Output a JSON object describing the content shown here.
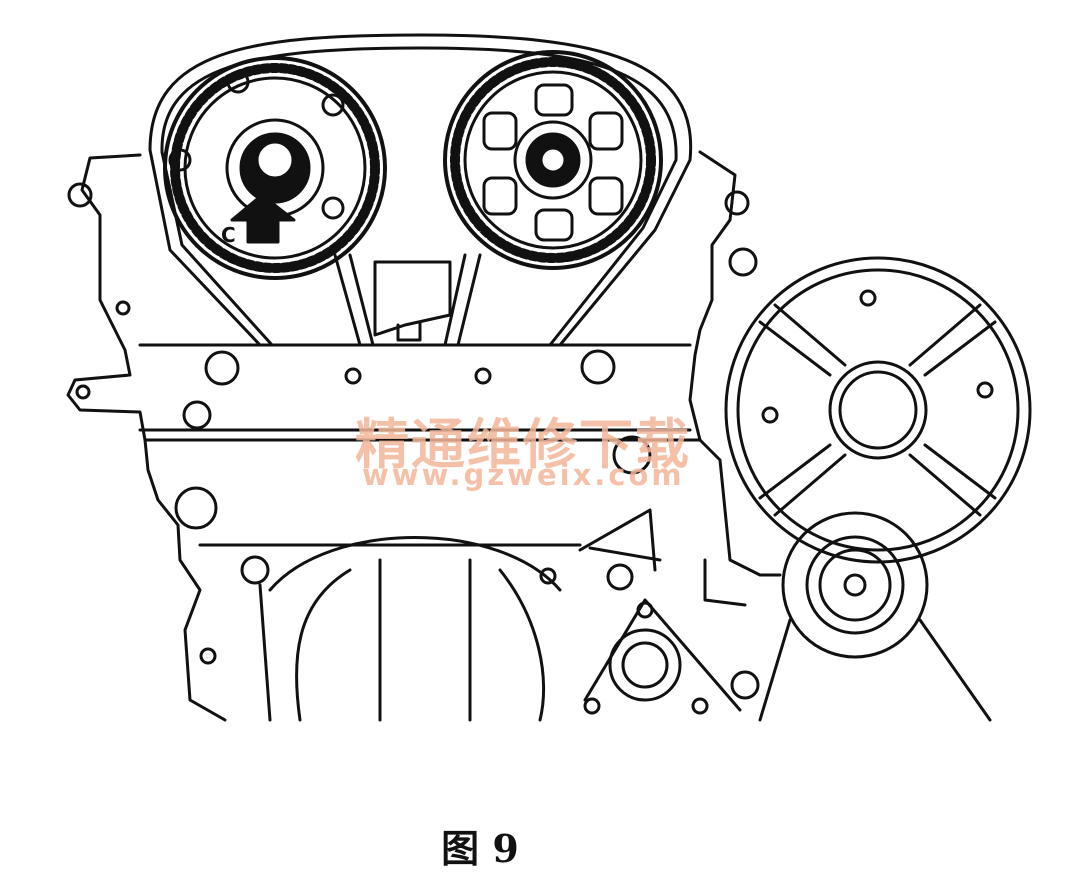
{
  "figure": {
    "caption": "图 9",
    "cam_mark": "C"
  },
  "watermark": {
    "text_cn": "精通维修下载",
    "text_url": "www.gzweix.com",
    "color": "#f3b79a"
  },
  "colors": {
    "line": "#111111",
    "background": "#ffffff"
  }
}
